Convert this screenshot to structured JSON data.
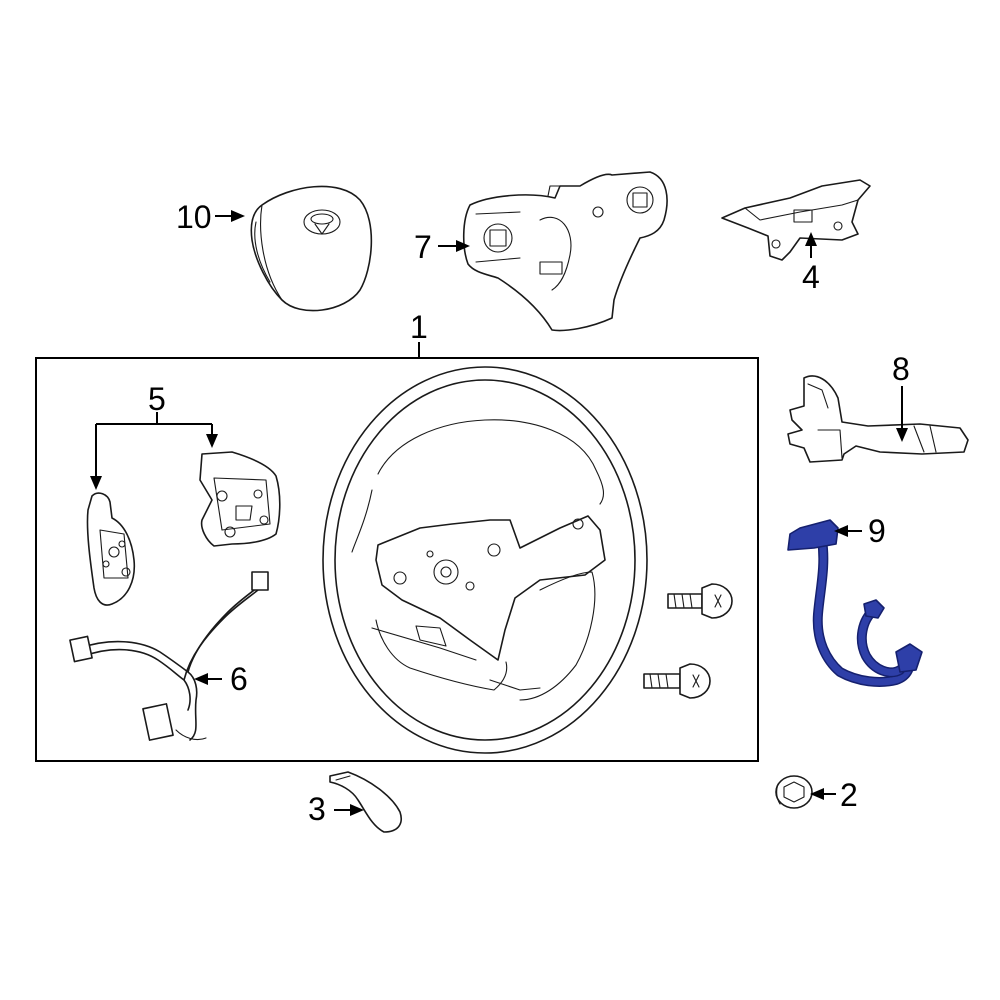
{
  "diagram": {
    "highlight_color": "#2e3fa8",
    "callouts": {
      "c1": "1",
      "c2": "2",
      "c3": "3",
      "c4": "4",
      "c5": "5",
      "c6": "6",
      "c7": "7",
      "c8": "8",
      "c9": "9",
      "c10": "10"
    }
  }
}
